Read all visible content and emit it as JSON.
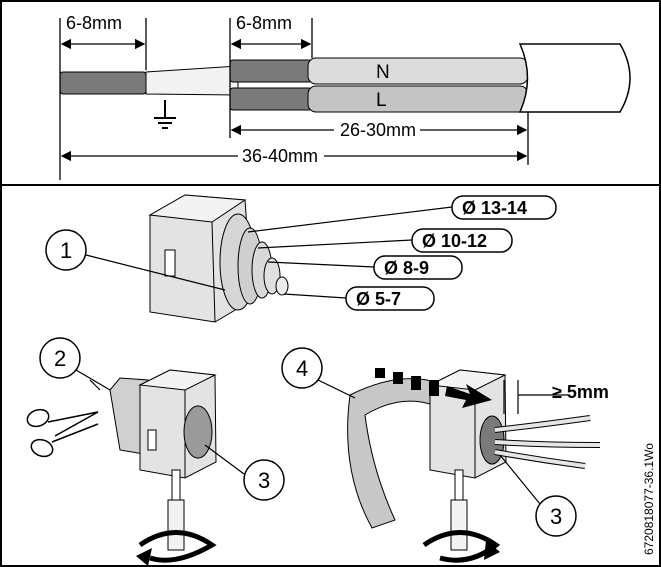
{
  "dimensions": {
    "ground_strip": "6-8mm",
    "nl_strip": "6-8mm",
    "nl_length": "26-30mm",
    "total_length": "36-40mm",
    "min_protrusion": "≥ 5mm"
  },
  "wire_labels": {
    "neutral": "N",
    "live": "L"
  },
  "diameters": [
    "Ø 13-14",
    "Ø 10-12",
    "Ø 8-9",
    "Ø 5-7"
  ],
  "callouts": [
    "1",
    "2",
    "3",
    "4",
    "3"
  ],
  "document_code": "6720818077-36.1Wo",
  "colors": {
    "insulation_grey": "#bdbdbd",
    "conductor_dark": "#7a7a7a",
    "wire_light": "#e6e6e6",
    "cable_bend": "#c8c8c8"
  },
  "icons": [
    "ground-symbol-icon",
    "scissors-icon",
    "screwdriver-icon",
    "rotate-arrow-icon",
    "push-arrow-icon"
  ]
}
